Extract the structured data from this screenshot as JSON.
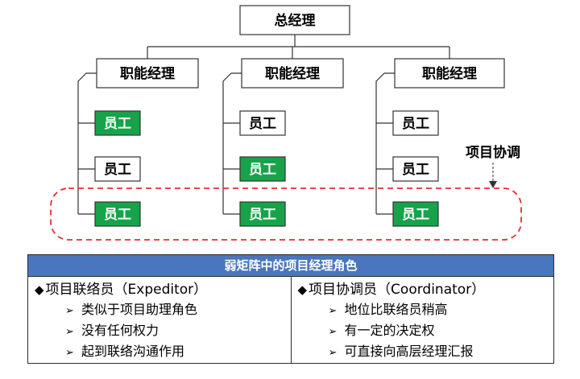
{
  "org_chart": {
    "top": "总经理",
    "managers": [
      {
        "label": "职能经理",
        "employees": [
          {
            "label": "员工",
            "highlight": true
          },
          {
            "label": "员工",
            "highlight": false
          },
          {
            "label": "员工",
            "highlight": true
          }
        ]
      },
      {
        "label": "职能经理",
        "employees": [
          {
            "label": "员工",
            "highlight": false
          },
          {
            "label": "员工",
            "highlight": true
          },
          {
            "label": "员工",
            "highlight": true
          }
        ]
      },
      {
        "label": "职能经理",
        "employees": [
          {
            "label": "员工",
            "highlight": false
          },
          {
            "label": "员工",
            "highlight": false
          },
          {
            "label": "员工",
            "highlight": true
          }
        ]
      }
    ],
    "coordination_label": "项目协调"
  },
  "colors": {
    "highlight_fill": "#17a34a",
    "highlight_text": "#ffffff",
    "normal_fill": "#ffffff",
    "dashed_outline": "#e03030",
    "header_bg": "#4a76bd"
  },
  "table": {
    "header": "弱矩阵中的项目经理角色",
    "columns": [
      {
        "title": "项目联络员（Expeditor）",
        "items": [
          "类似于项目助理角色",
          "没有任何权力",
          "起到联络沟通作用"
        ]
      },
      {
        "title": "项目协调员（Coordinator）",
        "items": [
          "地位比联络员稍高",
          "有一定的决定权",
          "可直接向高层经理汇报"
        ]
      }
    ]
  }
}
